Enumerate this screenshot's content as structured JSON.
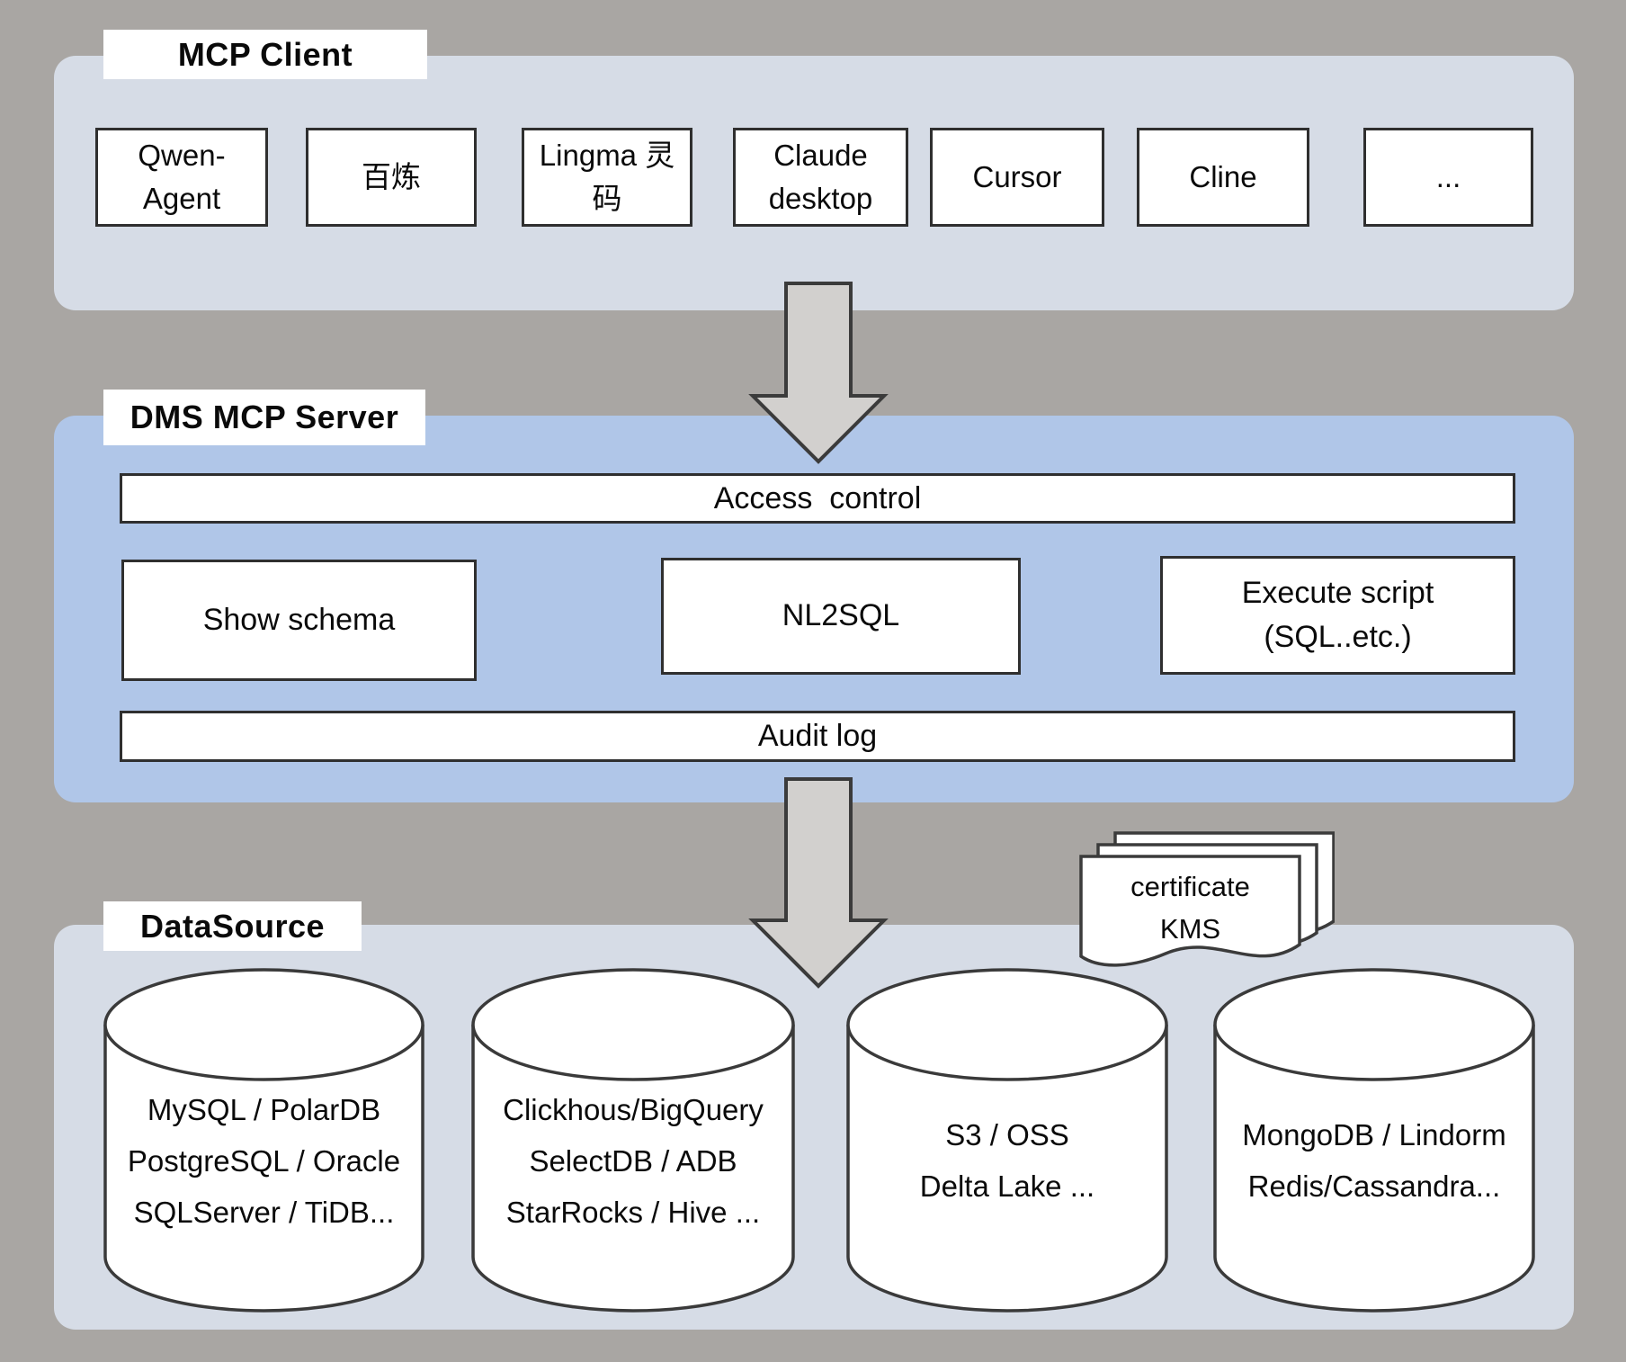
{
  "colors": {
    "background": "#a9a6a3",
    "panel_light": "#d6dce6",
    "panel_blue": "#b0c6e8",
    "node_fill": "#ffffff",
    "node_border": "#2f2f2f",
    "arrow_fill": "#d2d0ce",
    "arrow_border": "#3b3b3b"
  },
  "client_section": {
    "label": "MCP Client",
    "boxes": [
      "Qwen-Agent",
      "百炼",
      "Lingma 灵码",
      "Claude desktop",
      "Cursor",
      "Cline",
      "..."
    ]
  },
  "server_section": {
    "label": "DMS MCP Server",
    "access_bar": "Access  control",
    "tools": [
      {
        "lines": [
          "Show schema",
          ""
        ]
      },
      {
        "lines": [
          "NL2SQL",
          ""
        ]
      },
      {
        "lines": [
          "Execute script",
          "(SQL..etc.)"
        ]
      }
    ],
    "audit_bar": "Audit log"
  },
  "kms_note": {
    "lines": [
      "certificate",
      "KMS"
    ]
  },
  "datasource_section": {
    "label": "DataSource",
    "cylinders": [
      {
        "lines": [
          "MySQL / PolarDB",
          "PostgreSQL / Oracle",
          "SQLServer / TiDB..."
        ]
      },
      {
        "lines": [
          "Clickhous/BigQuery",
          "SelectDB / ADB",
          "StarRocks / Hive ..."
        ]
      },
      {
        "lines": [
          "S3 / OSS",
          "Delta Lake ...",
          ""
        ]
      },
      {
        "lines": [
          "MongoDB / Lindorm",
          "Redis/Cassandra...",
          ""
        ]
      }
    ]
  }
}
